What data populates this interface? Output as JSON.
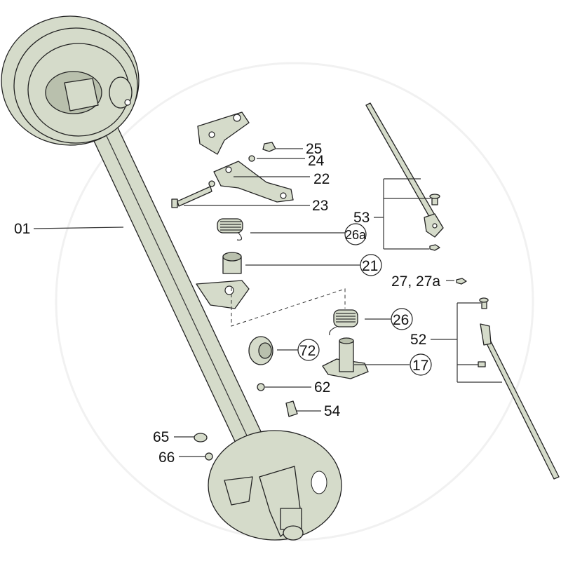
{
  "diagram": {
    "title": "Axle exploded parts diagram",
    "fill_color": "#d5dbca",
    "labels": {
      "p01": "01",
      "p25": "25",
      "p24": "24",
      "p22": "22",
      "p23": "23",
      "p53": "53",
      "p26a": "26a",
      "p21": "21",
      "p27": "27, 27a",
      "p26": "26",
      "p52": "52",
      "p72": "72",
      "p17": "17",
      "p62": "62",
      "p54": "54",
      "p65": "65",
      "p66": "66"
    }
  }
}
